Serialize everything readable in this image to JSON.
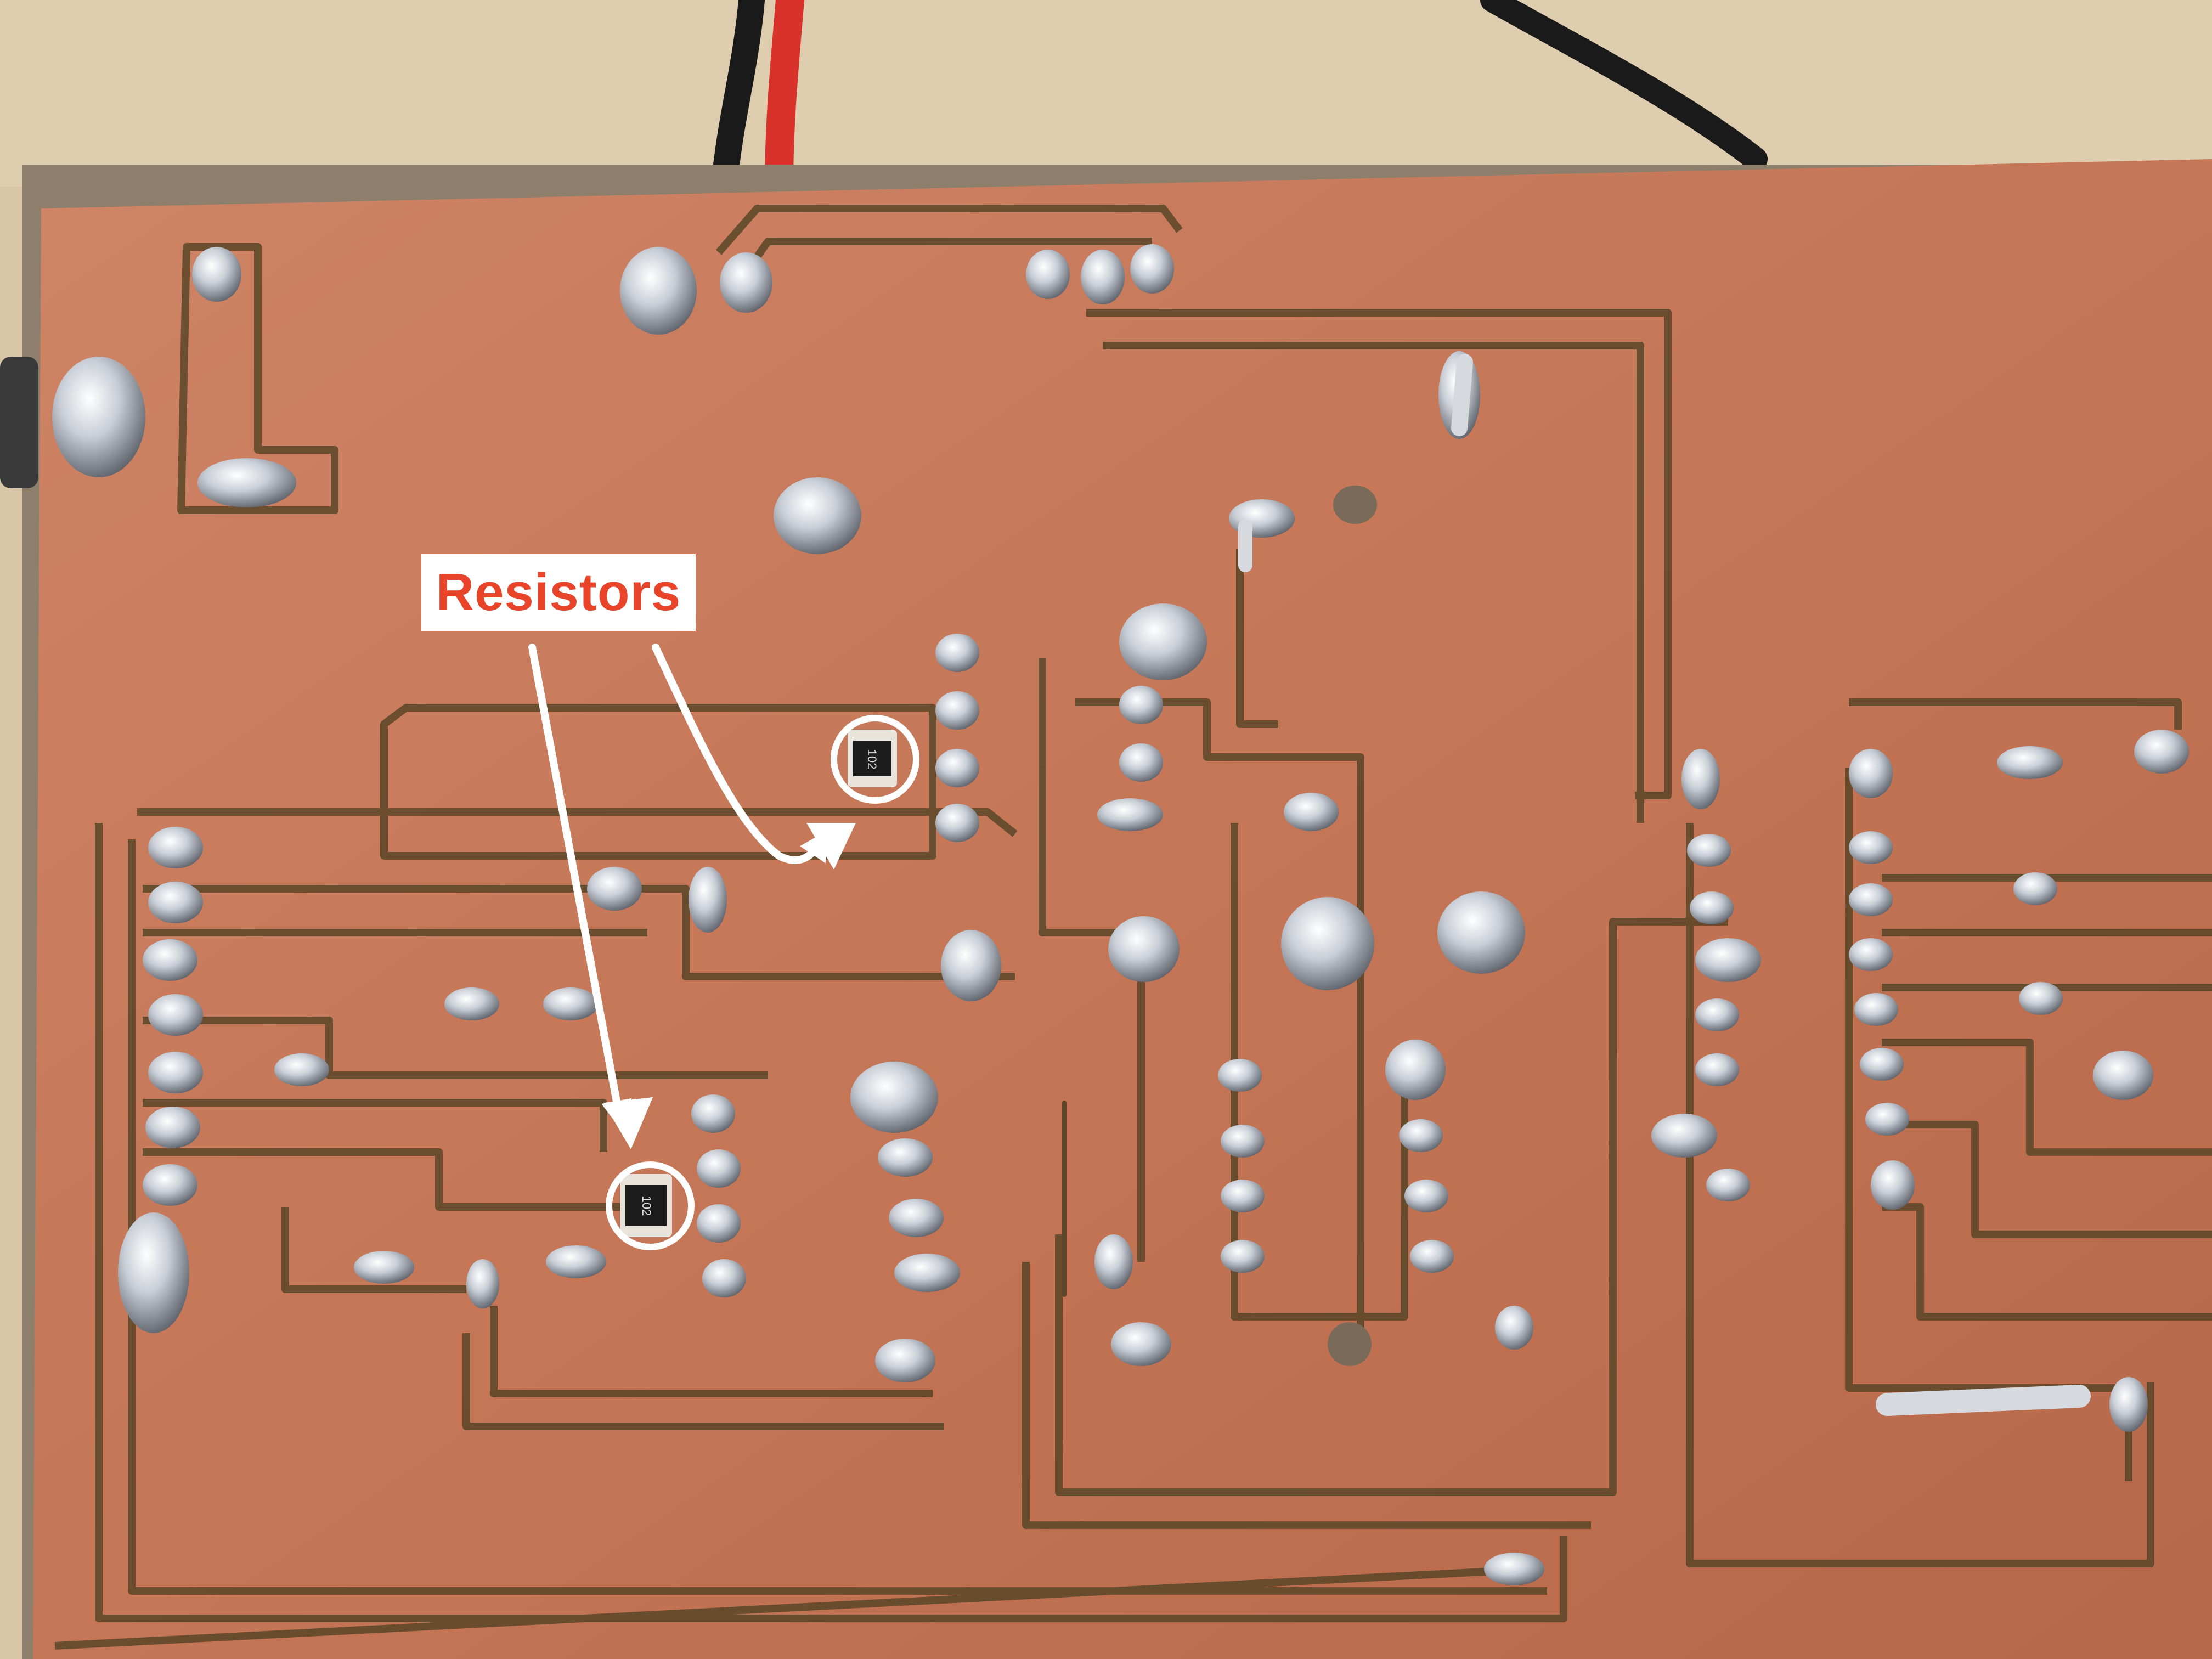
{
  "annotation": {
    "label": "Resistors",
    "label_color": "#e8442a",
    "arrow_color": "#ffffff"
  },
  "components": [
    {
      "name": "smd-resistor-upper",
      "marking": "102"
    },
    {
      "name": "smd-resistor-lower",
      "marking": "102"
    }
  ],
  "colors": {
    "copper": "#c97a5c",
    "copper_dark": "#a85a40",
    "trace_gap": "#5e4a2c",
    "solder": "#c8ccd2",
    "desk": "#d8c4a4"
  }
}
